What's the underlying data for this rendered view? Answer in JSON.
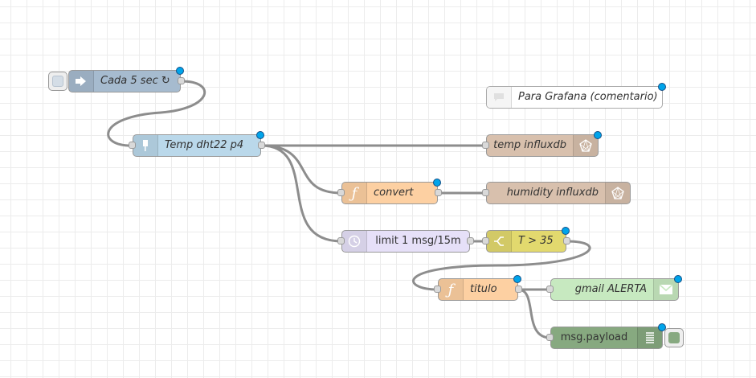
{
  "flow": {
    "nodes": {
      "inject": {
        "label": "Cada 5 sec ↻",
        "type": "inject",
        "color": "#a6bbcf",
        "icon": "inject-arrow-icon"
      },
      "comment": {
        "label": "Para Grafana (comentario)",
        "type": "comment",
        "color": "#ffffff",
        "icon": "comment-bubble-icon"
      },
      "dht22": {
        "label": "Temp dht22 p4",
        "type": "sensor",
        "color": "#bad8ea",
        "icon": "sensor-probe-icon"
      },
      "temp_db": {
        "label": "temp influxdb",
        "type": "influxdb",
        "color": "#d8c0ad",
        "icon": "influxdb-icon"
      },
      "convert": {
        "label": "convert",
        "type": "function",
        "color": "#fdd0a2",
        "icon": "function-icon"
      },
      "hum_db": {
        "label": "humidity influxdb",
        "type": "influxdb",
        "color": "#d8c0ad",
        "icon": "influxdb-icon"
      },
      "limit": {
        "label": "limit 1 msg/15m",
        "type": "delay",
        "color": "#e6e0f8",
        "icon": "timer-icon"
      },
      "switch": {
        "label": "T > 35",
        "type": "switch",
        "color": "#e2d96e",
        "icon": "switch-icon"
      },
      "titulo": {
        "label": "titulo",
        "type": "function",
        "color": "#fdd0a2",
        "icon": "function-icon"
      },
      "gmail": {
        "label": "gmail ALERTA",
        "type": "email",
        "color": "#c7e9c0",
        "icon": "envelope-icon"
      },
      "debug": {
        "label": "msg.payload",
        "type": "debug",
        "color": "#87a980",
        "icon": "debug-list-icon"
      }
    }
  }
}
